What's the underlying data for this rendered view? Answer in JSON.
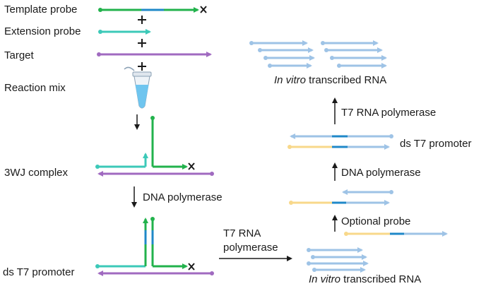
{
  "labels": {
    "template_probe": "Template probe",
    "extension_probe": "Extension probe",
    "target": "Target",
    "reaction_mix": "Reaction mix",
    "three_wj_complex": "3WJ complex",
    "ds_t7_promoter_left": "ds T7 promoter",
    "dna_polymerase_left": "DNA polymerase",
    "t7_rna_polymerase_line1": "T7 RNA",
    "t7_rna_polymerase_line2": "polymerase",
    "in_vitro_bottom_italic": "In vitro",
    "in_vitro_bottom_rest": " transcribed RNA",
    "optional_probe": "Optional probe",
    "dna_polymerase_right": "DNA polymerase",
    "ds_t7_promoter_right": "ds T7 promoter",
    "t7_rna_polymerase_right": "T7 RNA polymerase",
    "in_vitro_top_italic": "In vitro",
    "in_vitro_top_rest": " transcribed RNA",
    "plus_sign": "+"
  },
  "colors": {
    "green": "#22b24c",
    "blue_segment": "#1f88c8",
    "teal": "#3cc9b8",
    "purple": "#a06ac0",
    "light_blue": "#9ec3e6",
    "yellow": "#f8d88a",
    "arrow_black": "#1a1a1a"
  },
  "icons": {
    "tube": "microcentrifuge-tube-icon",
    "cross": "x-mark-icon"
  }
}
